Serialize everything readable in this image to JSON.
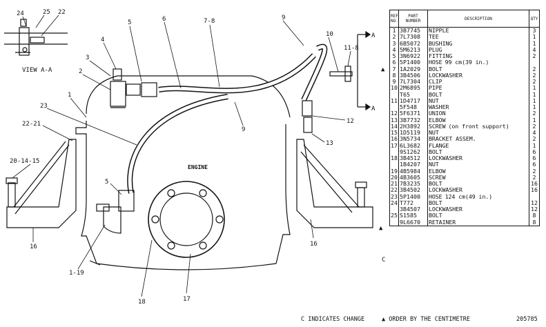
{
  "diagram": {
    "view_label": "VIEW A-A",
    "engine_label": "ENGINE",
    "section_marks": [
      "A",
      "A"
    ],
    "callouts": [
      "24",
      "25",
      "22",
      "5",
      "6",
      "7-8",
      "9",
      "10",
      "11-8",
      "4",
      "3",
      "2",
      "1",
      "23",
      "9",
      "12",
      "13",
      "22-21",
      "20-14-15",
      "5",
      "16",
      "1-19",
      "18",
      "17",
      "16"
    ]
  },
  "table": {
    "headers": {
      "ref": "REF NO.",
      "part": "PART NUMBER",
      "desc": "DESCRIPTION",
      "qty": "QTY"
    },
    "rows": [
      {
        "ref": "1",
        "part": "3B7745",
        "desc": "NIPPLE",
        "qty": "3"
      },
      {
        "ref": "2",
        "part": "7L7308",
        "desc": "TEE",
        "qty": "1"
      },
      {
        "ref": "3",
        "part": "6B5072",
        "desc": "BUSHING",
        "qty": "1"
      },
      {
        "ref": "4",
        "part": "5M6213",
        "desc": "PLUG",
        "qty": "4"
      },
      {
        "ref": "5",
        "part": "3N6922",
        "desc": "FITTING",
        "qty": "2"
      },
      {
        "ref": "6",
        "part": "5P1400",
        "desc": "HOSE",
        "note": "99 cm(39 in.)",
        "qty": ""
      },
      {
        "ref": "7",
        "part": "1A2029",
        "desc": "BOLT",
        "qty": "2"
      },
      {
        "ref": "8",
        "part": "3B4506",
        "desc": "LOCKWASHER",
        "qty": "2"
      },
      {
        "ref": "9",
        "part": "7L7304",
        "desc": "CLIP",
        "qty": "2"
      },
      {
        "ref": "10",
        "part": "2M6895",
        "desc": "PIPE",
        "qty": "1"
      },
      {
        "ref": "",
        "part": "T65",
        "desc": "BOLT",
        "qty": "1"
      },
      {
        "ref": "11",
        "part": "1D4717",
        "desc": "NUT",
        "qty": "1"
      },
      {
        "ref": "",
        "part": "5F548",
        "desc": "WASHER",
        "qty": "1"
      },
      {
        "ref": "12",
        "part": "5F6371",
        "desc": "UNION",
        "qty": "2"
      },
      {
        "ref": "13",
        "part": "3B7732",
        "desc": "ELBOW",
        "qty": "1"
      },
      {
        "ref": "14",
        "part": "2H3892",
        "desc": "SCREW",
        "note": "(on front support)",
        "qty": "2"
      },
      {
        "ref": "15",
        "part": "1D5119",
        "desc": "NUT",
        "qty": "4"
      },
      {
        "ref": "16",
        "part": "3N5734",
        "desc": "BRACKET ASSEM.",
        "qty": "2"
      },
      {
        "ref": "17",
        "part": "6L3682",
        "desc": "FLANGE",
        "qty": "1"
      },
      {
        "ref": "",
        "part": "9S1262",
        "desc": "BOLT",
        "qty": "6"
      },
      {
        "ref": "18",
        "part": "3B4512",
        "desc": "LOCKWASHER",
        "qty": "6"
      },
      {
        "ref": "",
        "part": "1B4207",
        "desc": "NUT",
        "qty": "6"
      },
      {
        "ref": "19",
        "part": "4B5984",
        "desc": "ELBOW",
        "qty": "2"
      },
      {
        "ref": "20",
        "part": "4B3605",
        "desc": "SCREW",
        "qty": "2"
      },
      {
        "ref": "21",
        "part": "7B3235",
        "desc": "BOLT",
        "qty": "16"
      },
      {
        "ref": "22",
        "part": "3B4502",
        "desc": "LOCKWASHER",
        "qty": "16"
      },
      {
        "ref": "23",
        "part": "5P1400",
        "desc": "HOSE",
        "note": "124 cm(49 in.)",
        "qty": ""
      },
      {
        "ref": "24",
        "part": "T772",
        "desc": "BOLT",
        "qty": "12"
      },
      {
        "ref": "",
        "part": "3B4507",
        "desc": "LOCKWASHER",
        "qty": "12"
      },
      {
        "ref": "25",
        "part": "S1585",
        "desc": "BOLT",
        "qty": "8"
      },
      {
        "ref": "",
        "part": "9L6670",
        "desc": "RETAINER",
        "qty": "8"
      }
    ]
  },
  "markers": {
    "triangle": "▲",
    "change": "C"
  },
  "footer": {
    "change_note": "C INDICATES CHANGE",
    "order_note": "▲ ORDER BY THE CENTIMETRE",
    "figure_number": "205785"
  }
}
